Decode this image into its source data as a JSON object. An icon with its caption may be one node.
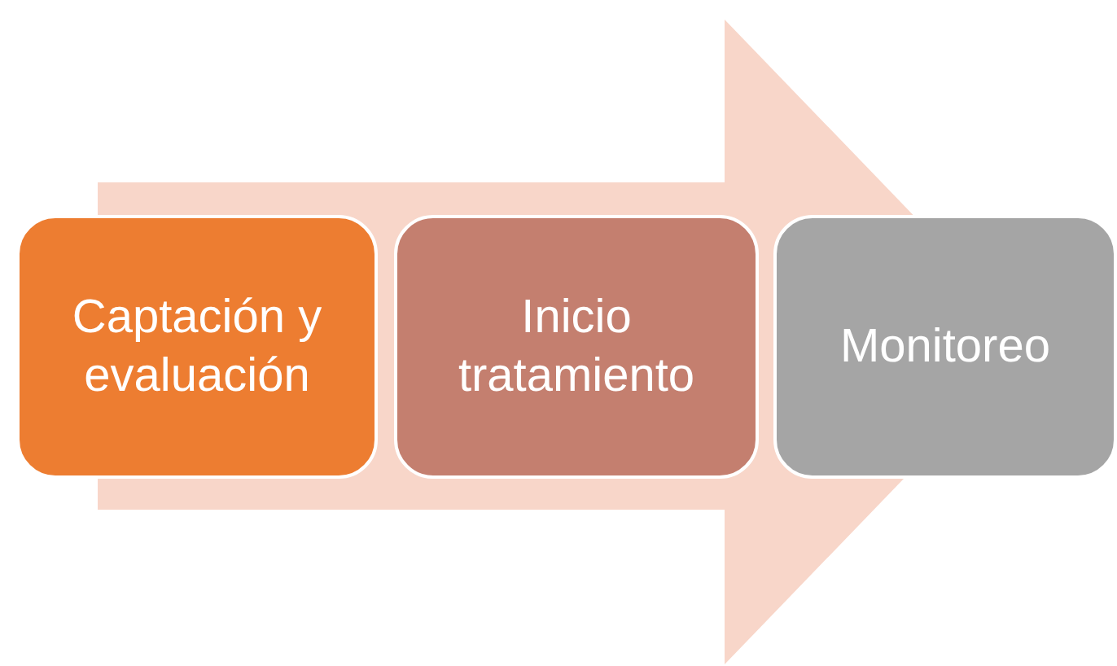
{
  "diagram": {
    "nodes": [
      {
        "text": [
          "Captación y evaluación"
        ]
      },
      {
        "text": [
          "Inicio tratamiento"
        ]
      },
      {
        "text": [
          "Monitoreo"
        ]
      }
    ],
    "edges": [
      {
        "from": 0,
        "to": 2,
        "arrow": "to"
      }
    ]
  }
}
